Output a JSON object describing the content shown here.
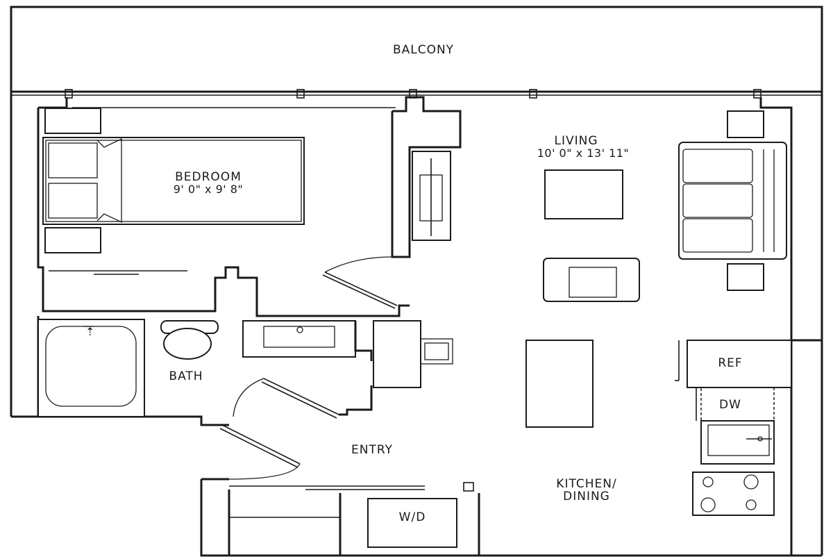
{
  "rooms": {
    "balcony": {
      "label": "BALCONY"
    },
    "living": {
      "label": "LIVING",
      "dims": "10' 0\" x 13' 11\""
    },
    "bedroom": {
      "label": "BEDROOM",
      "dims": "9' 0\" x 9' 8\""
    },
    "bath": {
      "label": "BATH"
    },
    "entry": {
      "label": "ENTRY"
    },
    "kitchen": {
      "label_line1": "KITCHEN/",
      "label_line2": "DINING"
    }
  },
  "appliances": {
    "ref": "REF",
    "dw": "DW",
    "wd": "W/D"
  }
}
